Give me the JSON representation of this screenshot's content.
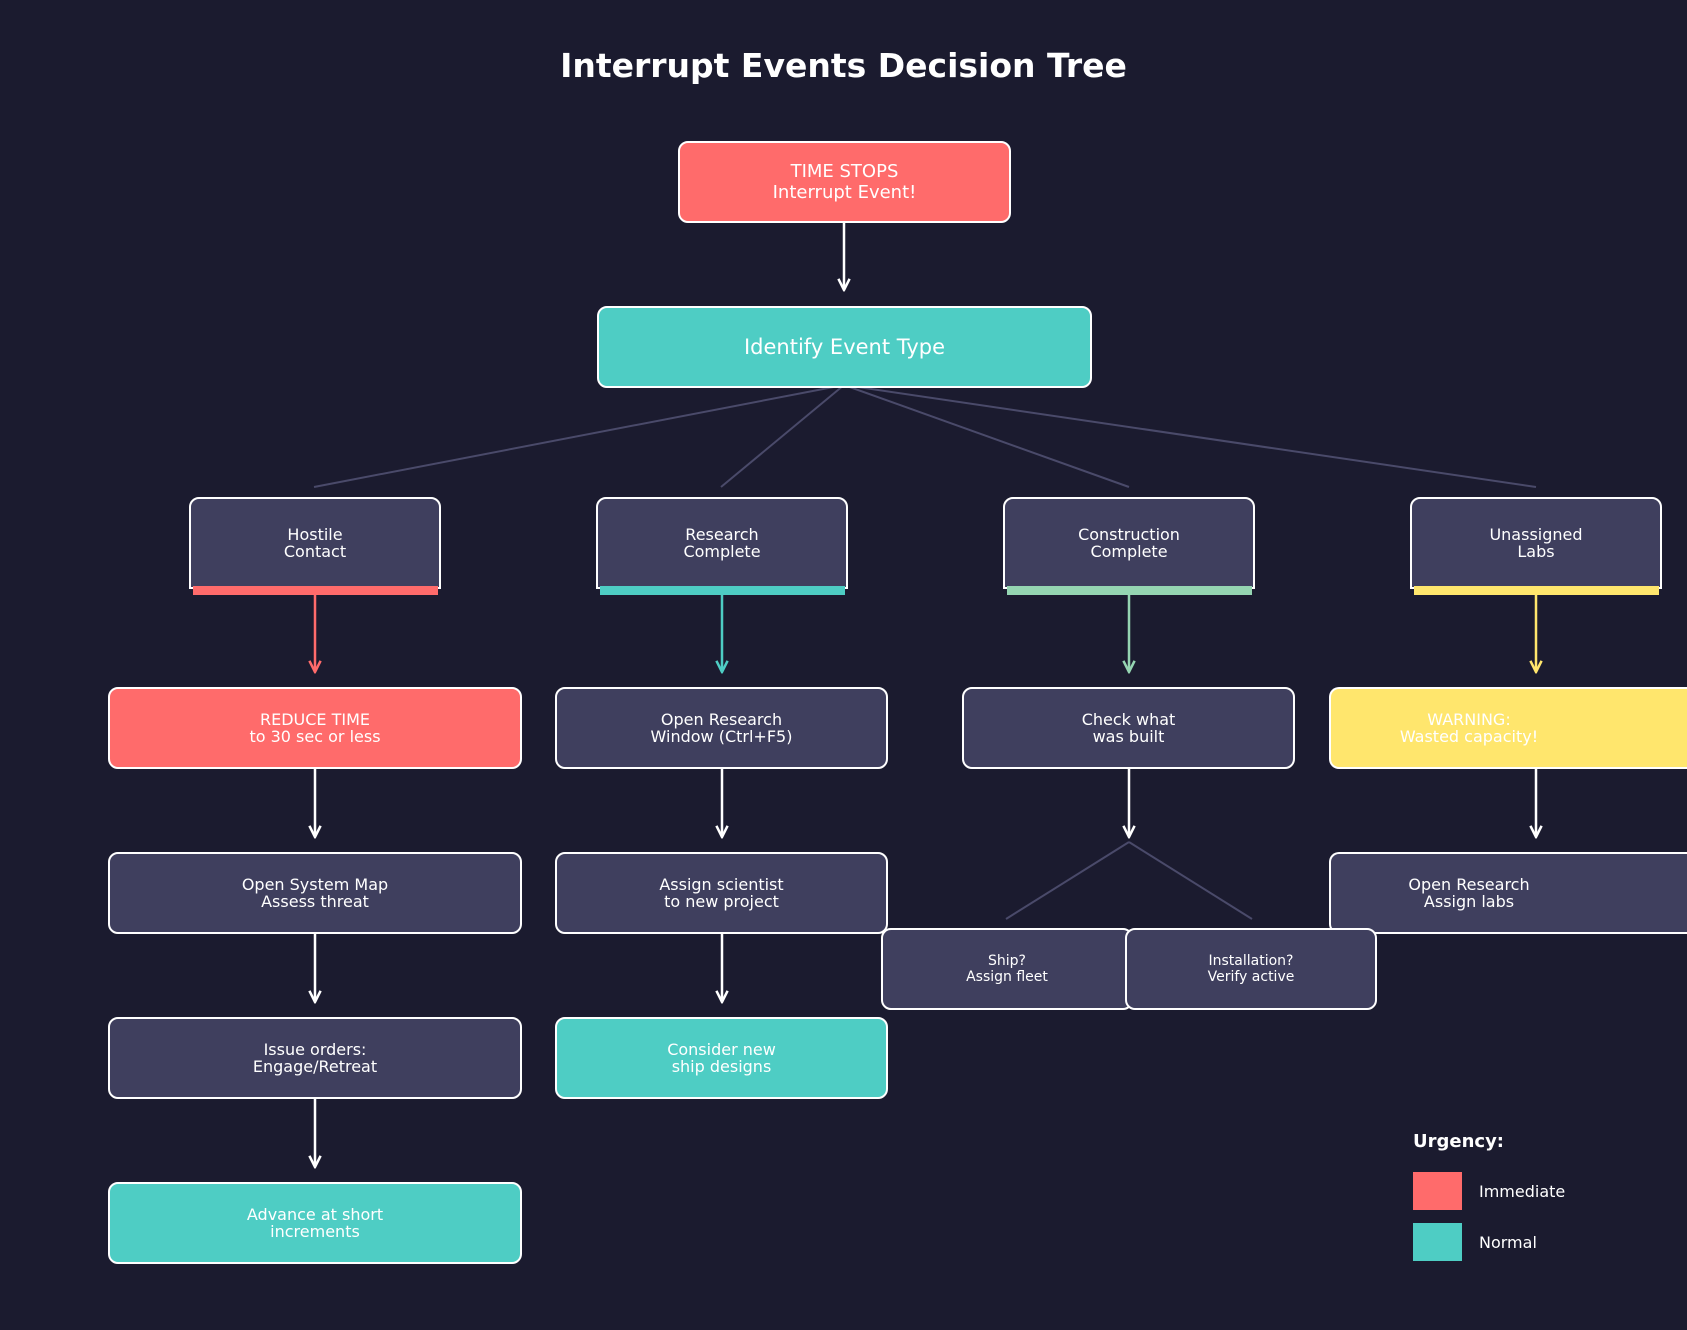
{
  "title": "Interrupt Events Decision Tree",
  "colors": {
    "background": "#1b1b2f",
    "node": "#3f3f5e",
    "immediate": "#ff6b6b",
    "normal": "#4ecdc4",
    "construction": "#95d5b2",
    "warning": "#ffe66d",
    "connector": "#4a4a6a",
    "arrow": "#ffffff"
  },
  "nodes": {
    "time_stops": "TIME STOPS\nInterrupt Event!",
    "identify": "Identify Event Type",
    "hostile": "Hostile\nContact",
    "research": "Research\nComplete",
    "construction": "Construction\nComplete",
    "labs": "Unassigned\nLabs",
    "reduce_time": "REDUCE TIME\nto 30 sec or less",
    "open_research_window": "Open Research\nWindow (Ctrl+F5)",
    "check_built": "Check what\nwas built",
    "warning": "WARNING:\nWasted capacity!",
    "system_map": "Open System Map\nAssess threat",
    "assign_scientist": "Assign scientist\nto new project",
    "open_research_labs": "Open Research\nAssign labs",
    "ship": "Ship?\nAssign fleet",
    "installation": "Installation?\nVerify active",
    "issue_orders": "Issue orders:\nEngage/Retreat",
    "consider_designs": "Consider new\nship designs",
    "advance": "Advance at short\nincrements"
  },
  "legend": {
    "title": "Urgency:",
    "items": [
      {
        "label": "Immediate",
        "color": "#ff6b6b"
      },
      {
        "label": "Normal",
        "color": "#4ecdc4"
      }
    ]
  }
}
